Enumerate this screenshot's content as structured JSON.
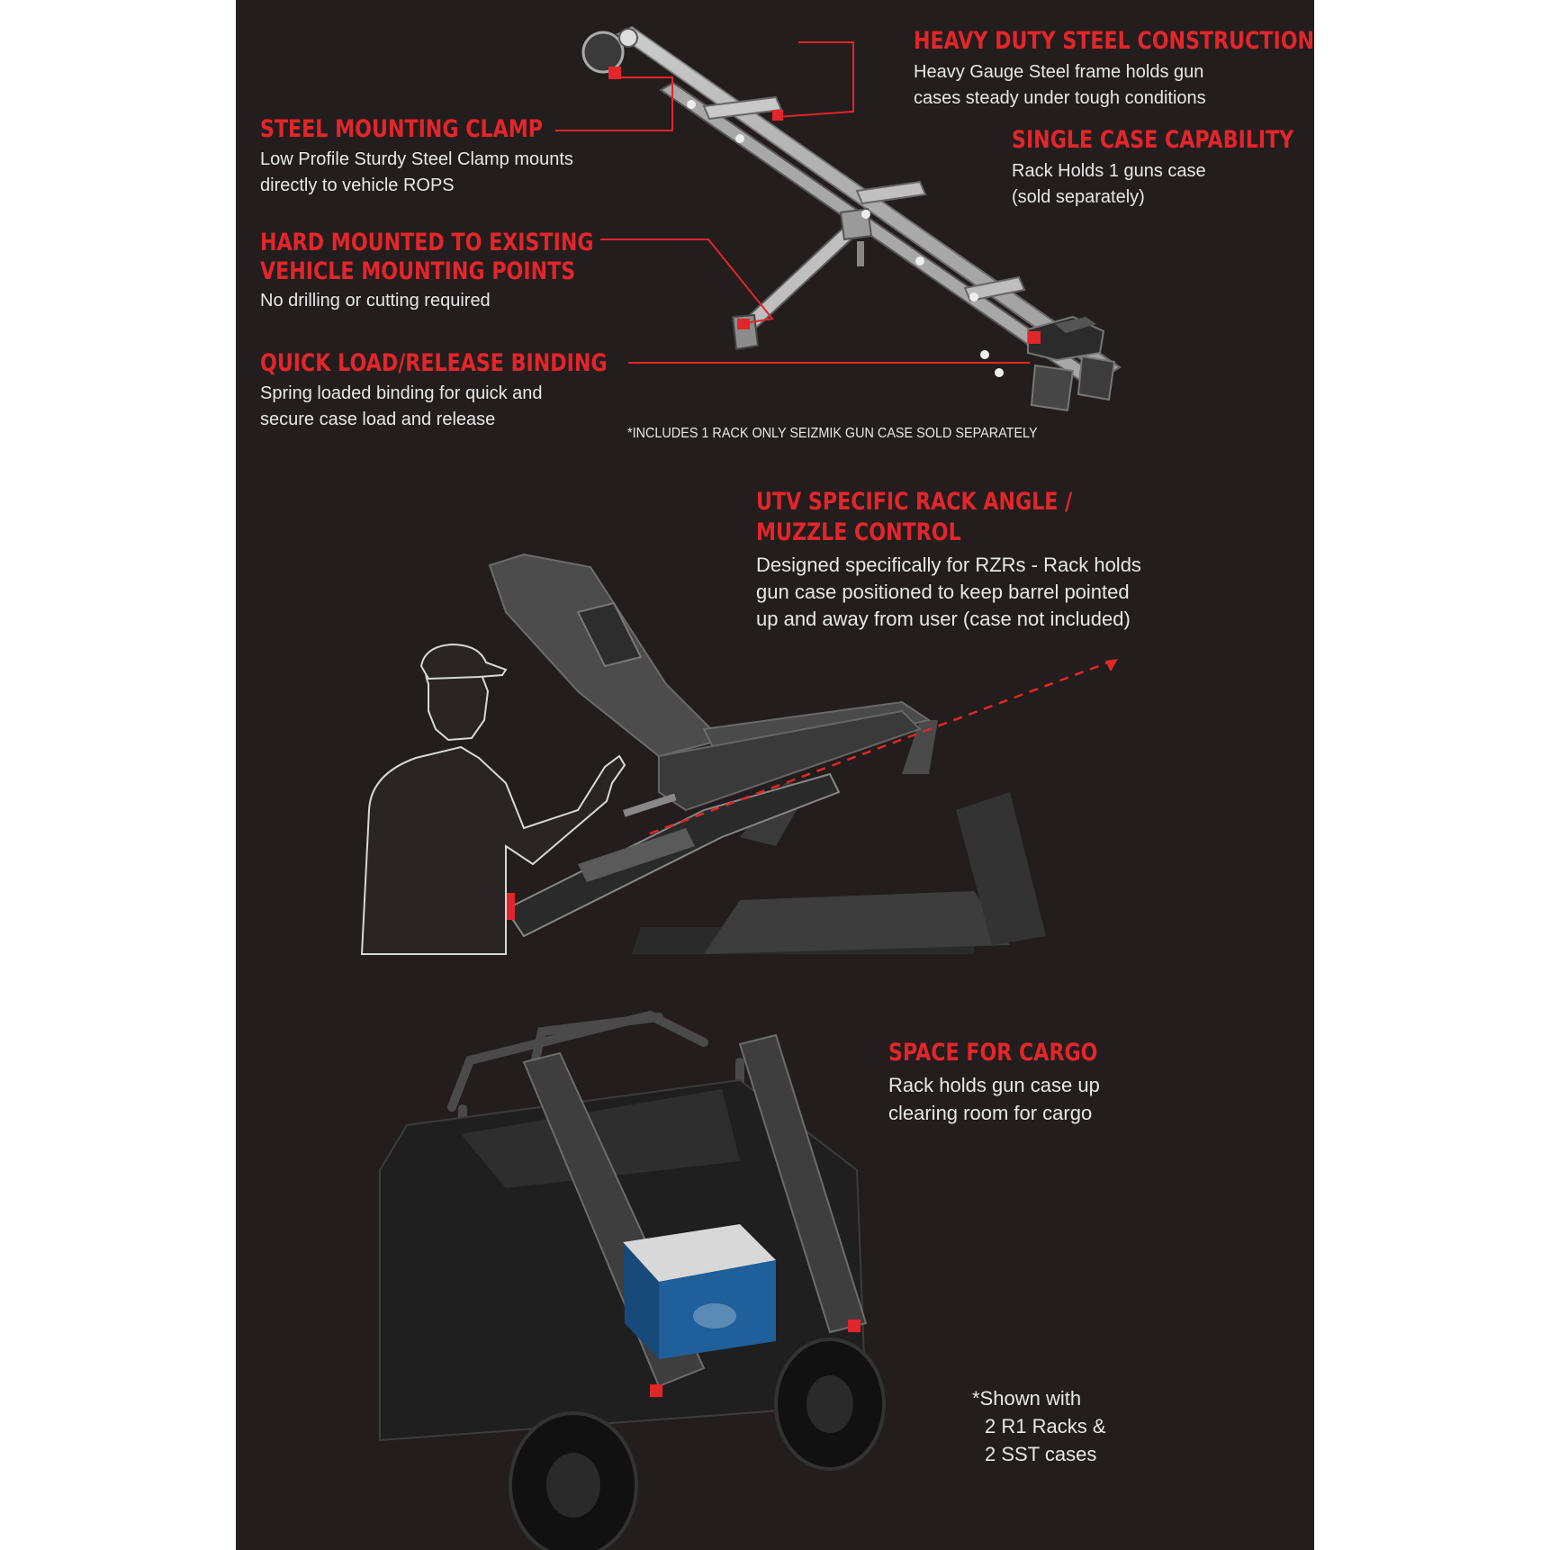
{
  "colors": {
    "background": "#241d1d",
    "accent": "#e2262b",
    "text": "#e8e8e8"
  },
  "features": {
    "steel_construction": {
      "title": "HEAVY DUTY STEEL CONSTRUCTION",
      "line1": "Heavy Gauge Steel frame holds gun",
      "line2": "cases steady under tough conditions"
    },
    "mounting_clamp": {
      "title": "STEEL MOUNTING CLAMP",
      "line1": "Low Profile Sturdy Steel Clamp mounts",
      "line2": "directly to vehicle ROPS"
    },
    "single_case": {
      "title": "SINGLE CASE CAPABILITY",
      "line1": "Rack Holds 1 guns case",
      "line2": "(sold separately)"
    },
    "hard_mounted": {
      "title_line1": "HARD MOUNTED TO EXISTING",
      "title_line2": "VEHICLE MOUNTING POINTS",
      "line1": "No drilling or cutting required"
    },
    "quick_load": {
      "title": "QUICK LOAD/RELEASE BINDING",
      "line1": "Spring loaded binding for quick and",
      "line2": "secure case load and release"
    },
    "rack_angle": {
      "title_line1": "UTV SPECIFIC RACK ANGLE /",
      "title_line2": "MUZZLE CONTROL",
      "line1": "Designed specifically for RZRs - Rack holds",
      "line2": "gun case positioned to keep barrel pointed",
      "line3": "up and away from user (case not included)"
    },
    "cargo": {
      "title": "SPACE FOR CARGO",
      "line1": "Rack holds gun case up",
      "line2": "clearing room for cargo"
    }
  },
  "includes_note": "*INCLUDES 1 RACK ONLY SEIZMIK GUN CASE SOLD SEPARATELY",
  "shown_with": {
    "line1": "*Shown with",
    "line2": "2 R1 Racks &",
    "line3": "2 SST cases"
  }
}
